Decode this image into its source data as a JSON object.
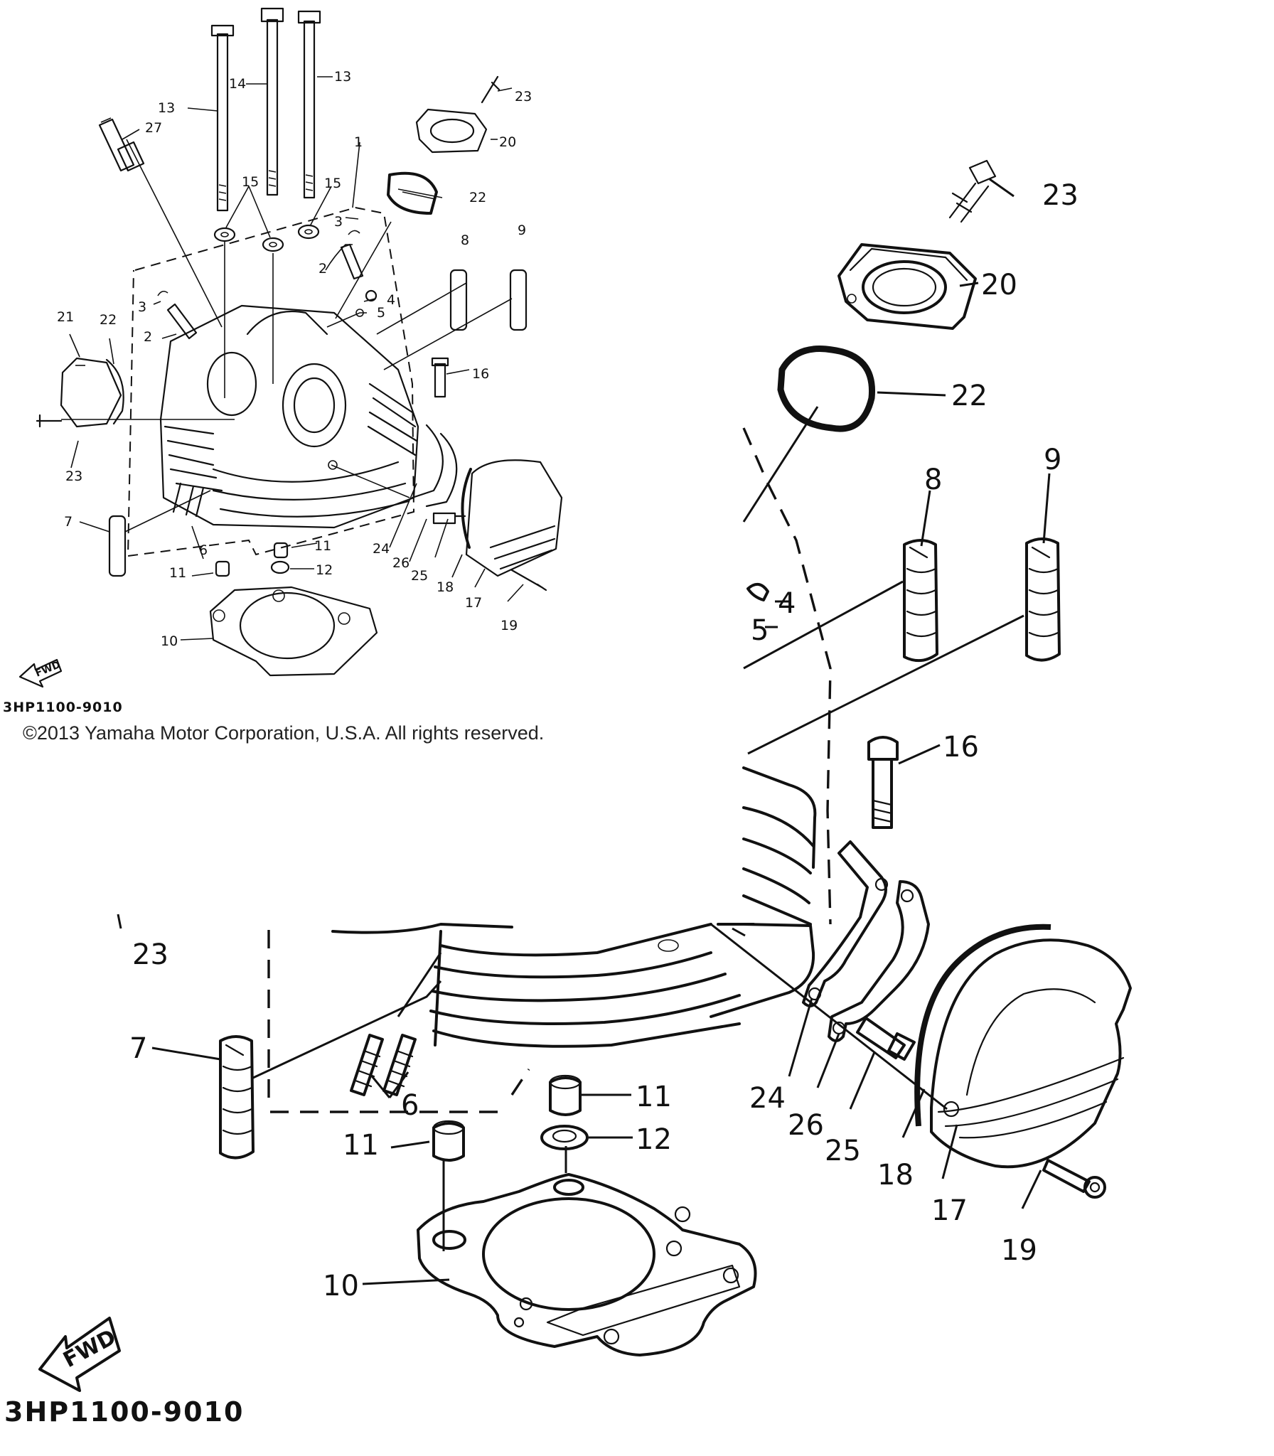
{
  "copyright": "©2013 Yamaha Motor Corporation, U.S.A. All rights reserved.",
  "diagram_code": "3HP1100-9010",
  "fwd_label": "FWD",
  "overview_labels": [
    "1",
    "2",
    "2",
    "3",
    "3",
    "4",
    "5",
    "6",
    "7",
    "8",
    "9",
    "10",
    "11",
    "11",
    "12",
    "13",
    "13",
    "14",
    "15",
    "15",
    "16",
    "17",
    "18",
    "19",
    "20",
    "21",
    "22",
    "22",
    "23",
    "23",
    "24",
    "25",
    "26",
    "27"
  ],
  "detail_labels": [
    "4",
    "5",
    "6",
    "7",
    "8",
    "9",
    "10",
    "11",
    "11",
    "12",
    "16",
    "17",
    "18",
    "19",
    "20",
    "22",
    "23",
    "23",
    "24",
    "25",
    "26"
  ]
}
